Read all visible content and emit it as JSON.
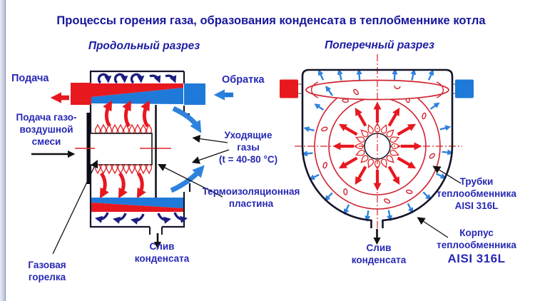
{
  "title": "Процессы горения газа, образования конденсата в теплобменнике котла",
  "left_panel": {
    "subtitle": "Продольный разрез",
    "labels": {
      "supply": "Подача",
      "return": "Обратка",
      "gas_air_mixture": "Подача газо-\nвоздушной\nсмеси",
      "exhaust_gases": "Уходящие\nгазы\n(t = 40-80 °C)",
      "thermal_plate": "Термоизоляционная\nпластина",
      "condensate_drain": "Слив\nконденсата",
      "gas_burner": "Газовая\nгорелка"
    }
  },
  "right_panel": {
    "subtitle": "Поперечный разрез",
    "labels": {
      "tubes": "Трубки\nтеплообменника\nAISI 316L",
      "body": "Корпус\nтеплообменника",
      "body_material": "AISI 316L",
      "condensate_drain": "Слив\nконденсата"
    }
  },
  "colors": {
    "hot_red": "#e8181f",
    "cold_blue": "#1f79d8",
    "navy_arrow": "#1c1c80",
    "thin_line_red": "#cf2330",
    "label_blue": "#2727b5",
    "title_blue": "#17179c",
    "structure_black": "#14142a"
  }
}
